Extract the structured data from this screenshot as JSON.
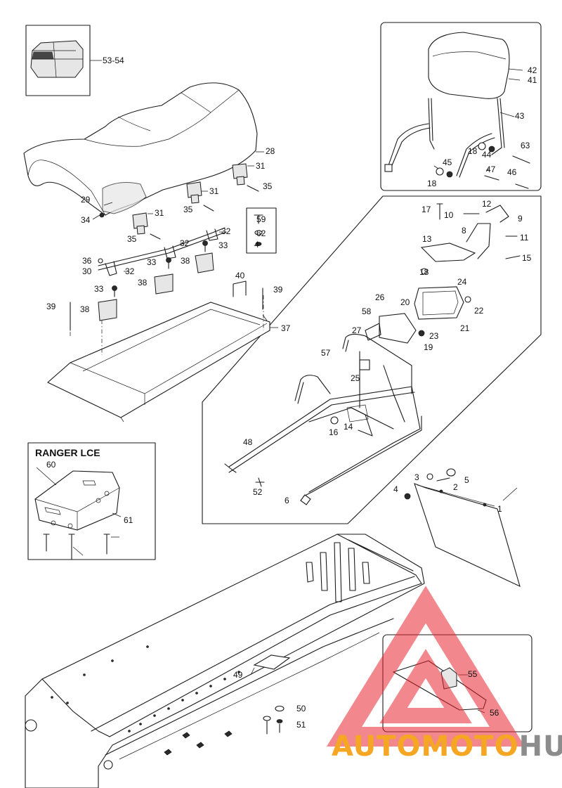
{
  "inset_title": "RANGER LCE",
  "parts": [
    {
      "id": "p1",
      "num": "1"
    },
    {
      "id": "p2",
      "num": "2"
    },
    {
      "id": "p3",
      "num": "3"
    },
    {
      "id": "p4a",
      "num": "4"
    },
    {
      "id": "p4b",
      "num": "4"
    },
    {
      "id": "p5",
      "num": "5"
    },
    {
      "id": "p6",
      "num": "6"
    },
    {
      "id": "p8",
      "num": "8"
    },
    {
      "id": "p9",
      "num": "9"
    },
    {
      "id": "p10",
      "num": "10"
    },
    {
      "id": "p11",
      "num": "11"
    },
    {
      "id": "p12",
      "num": "12"
    },
    {
      "id": "p13",
      "num": "13"
    },
    {
      "id": "p14",
      "num": "14"
    },
    {
      "id": "p15",
      "num": "15"
    },
    {
      "id": "p16",
      "num": "16"
    },
    {
      "id": "p17",
      "num": "17"
    },
    {
      "id": "p18a",
      "num": "18"
    },
    {
      "id": "p18b",
      "num": "18"
    },
    {
      "id": "p18c",
      "num": "18"
    },
    {
      "id": "p19",
      "num": "19"
    },
    {
      "id": "p20",
      "num": "20"
    },
    {
      "id": "p21",
      "num": "21"
    },
    {
      "id": "p22",
      "num": "22"
    },
    {
      "id": "p23",
      "num": "23"
    },
    {
      "id": "p24",
      "num": "24"
    },
    {
      "id": "p25",
      "num": "25"
    },
    {
      "id": "p26",
      "num": "26"
    },
    {
      "id": "p27",
      "num": "27"
    },
    {
      "id": "p28",
      "num": "28"
    },
    {
      "id": "p29",
      "num": "29"
    },
    {
      "id": "p30",
      "num": "30"
    },
    {
      "id": "p31a",
      "num": "31"
    },
    {
      "id": "p31b",
      "num": "31"
    },
    {
      "id": "p31c",
      "num": "31"
    },
    {
      "id": "p32a",
      "num": "32"
    },
    {
      "id": "p32b",
      "num": "32"
    },
    {
      "id": "p32c",
      "num": "32"
    },
    {
      "id": "p33a",
      "num": "33"
    },
    {
      "id": "p33b",
      "num": "33"
    },
    {
      "id": "p33c",
      "num": "33"
    },
    {
      "id": "p34",
      "num": "34"
    },
    {
      "id": "p35a",
      "num": "35"
    },
    {
      "id": "p35b",
      "num": "35"
    },
    {
      "id": "p35c",
      "num": "35"
    },
    {
      "id": "p36",
      "num": "36"
    },
    {
      "id": "p37",
      "num": "37"
    },
    {
      "id": "p38a",
      "num": "38"
    },
    {
      "id": "p38b",
      "num": "38"
    },
    {
      "id": "p38c",
      "num": "38"
    },
    {
      "id": "p39a",
      "num": "39"
    },
    {
      "id": "p39b",
      "num": "39"
    },
    {
      "id": "p40",
      "num": "40"
    },
    {
      "id": "p41",
      "num": "41"
    },
    {
      "id": "p42",
      "num": "42"
    },
    {
      "id": "p43",
      "num": "43"
    },
    {
      "id": "p44",
      "num": "44"
    },
    {
      "id": "p45",
      "num": "45"
    },
    {
      "id": "p46",
      "num": "46"
    },
    {
      "id": "p47",
      "num": "47"
    },
    {
      "id": "p48",
      "num": "48"
    },
    {
      "id": "p49",
      "num": "49"
    },
    {
      "id": "p50",
      "num": "50"
    },
    {
      "id": "p51",
      "num": "51"
    },
    {
      "id": "p52",
      "num": "52"
    },
    {
      "id": "p53",
      "num": "53-54"
    },
    {
      "id": "p55",
      "num": "55"
    },
    {
      "id": "p56",
      "num": "56"
    },
    {
      "id": "p57",
      "num": "57"
    },
    {
      "id": "p58",
      "num": "58"
    },
    {
      "id": "p59",
      "num": "59"
    },
    {
      "id": "p60",
      "num": "60"
    },
    {
      "id": "p61",
      "num": "61"
    },
    {
      "id": "p62",
      "num": "62"
    },
    {
      "id": "p63",
      "num": "63"
    },
    {
      "id": "p4c",
      "num": "4"
    }
  ],
  "watermark": {
    "part1": "AUTO",
    "part2": "MOTO",
    "part3": "HUB",
    "color_orange": "#f5a623",
    "color_gray": "#8c8c8c",
    "color_red": "#e8262f"
  }
}
